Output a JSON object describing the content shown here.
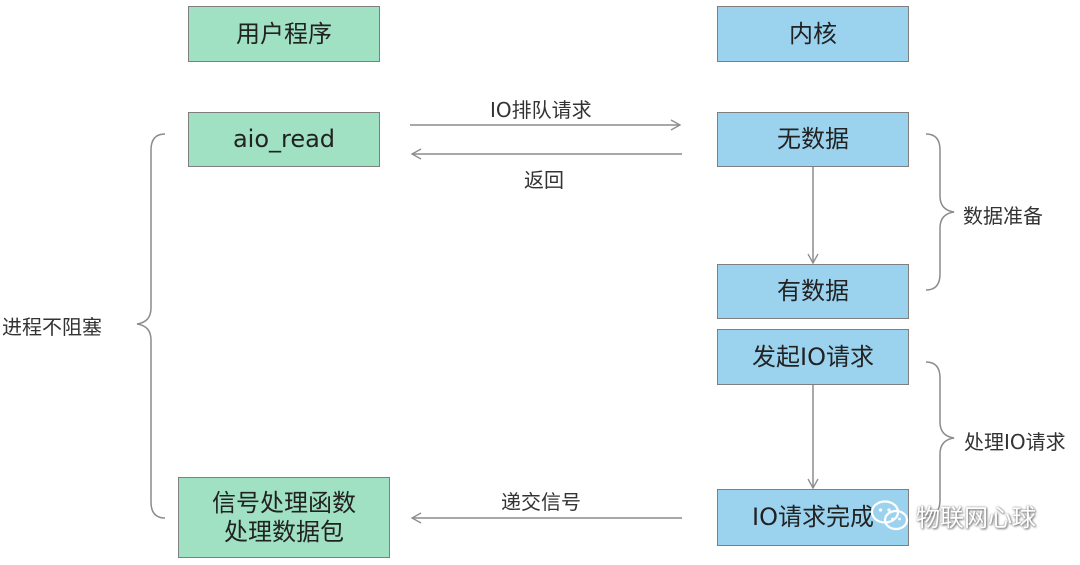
{
  "headers": {
    "user": "用户程序",
    "kernel": "内核"
  },
  "user_boxes": {
    "aio_read": "aio_read",
    "handler_line1": "信号处理函数",
    "handler_line2": "处理数据包"
  },
  "kernel_boxes": {
    "no_data": "无数据",
    "has_data": "有数据",
    "start_io": "发起IO请求",
    "io_done": "IO请求完成"
  },
  "arrows": {
    "queue_request": "IO排队请求",
    "return": "返回",
    "deliver_signal": "递交信号"
  },
  "braces": {
    "left": "进程不阻塞",
    "data_prep": "数据准备",
    "handle_io": "处理IO请求"
  },
  "watermark": {
    "text": "物联网心球",
    "icon": "wechat-icon"
  },
  "colors": {
    "user_fill": "#9fe1c2",
    "kernel_fill": "#9bd3ef",
    "border": "#7f7f7f",
    "line": "#8c8c8c"
  }
}
